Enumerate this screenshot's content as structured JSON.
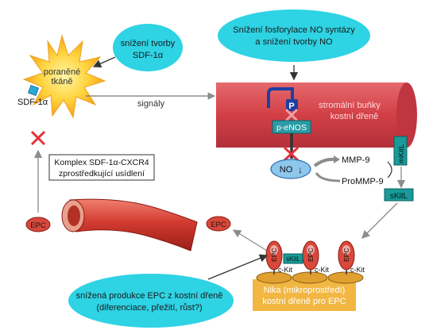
{
  "injury": {
    "label_line1": "poraněné",
    "label_line2": "tkáně",
    "sdf_label": "SDF-1α"
  },
  "bubbles": {
    "decrease_sdf": {
      "line1": "snížení tvorby",
      "line2": "SDF-1α"
    },
    "phosphorylation": {
      "line1": "Snížení fosforylace NO syntázy",
      "line2": "a snížení tvorby NO"
    },
    "epc_production": {
      "line1": "snížená produkce EPC z kostní dřeně",
      "line2": "(diferenciace, přežití, růst?)"
    }
  },
  "signals_label": "signály",
  "stromal": {
    "label_line1": "stromální buňky",
    "label_line2": "kostní dřeně"
  },
  "enos": {
    "p_label": "P",
    "enos_label": "p-eNOS",
    "no_label": "NO",
    "arrow_down": "↓"
  },
  "mmp": {
    "mmp9": "MMP-9",
    "prommp9": "ProMMP-9"
  },
  "kitl": {
    "mkitl": "mKitL",
    "skitl": "sKitL"
  },
  "complex_box": {
    "line1": "Komplex SDF-1α-CXCR4",
    "line2": "zprostředkující usídlení"
  },
  "epc_labels": {
    "left": "EPC",
    "right": "EPC",
    "cell": "EPC"
  },
  "niche": {
    "ckit": "c-Kit",
    "skitl": "sKitL",
    "line1": "Nika (mikroprostředí)",
    "line2": "kostní dřeně pro EPC"
  },
  "colors": {
    "bubble": "#2ed3e4",
    "stromal": "#d64147",
    "teal": "#1a9a98",
    "niche": "#f2b642",
    "epc": "#d9483b",
    "cross": "#e5303a"
  }
}
